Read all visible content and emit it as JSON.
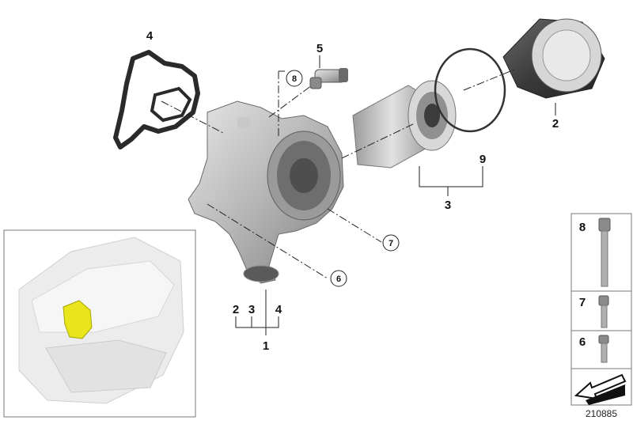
{
  "diagram": {
    "callouts": {
      "c1": "1",
      "c2": "2",
      "c3": "3",
      "c4": "4",
      "c5": "5",
      "c6": "6",
      "c7": "7",
      "c8": "8",
      "c9": "9"
    },
    "group_labels": {
      "g2": "2",
      "g3": "3",
      "g4": "4"
    },
    "circled": {
      "six": "6",
      "seven": "7",
      "eight": "8"
    },
    "legend": {
      "eight": "8",
      "seven": "7",
      "six": "6"
    },
    "diagram_number": "210885"
  },
  "colors": {
    "highlight": "#e8e51c",
    "line": "#222222",
    "part_gray": "#9a9a9a"
  }
}
